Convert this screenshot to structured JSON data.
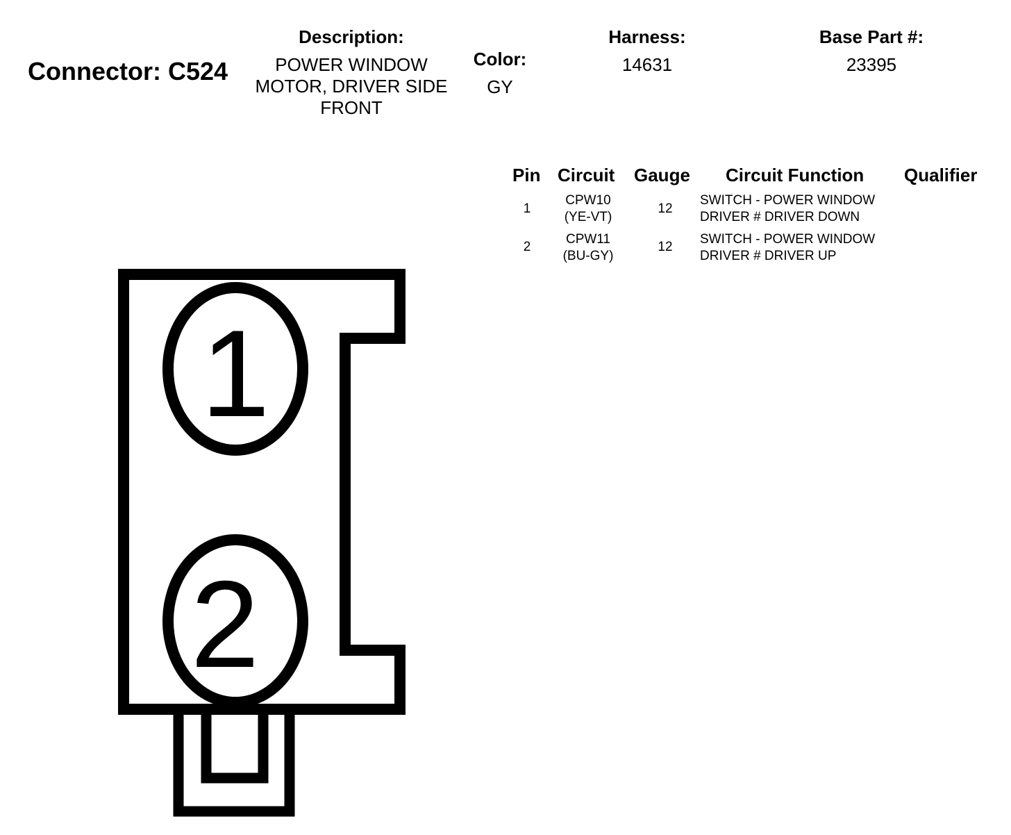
{
  "connector": {
    "title": "Connector: C524"
  },
  "description": {
    "label": "Description:",
    "lines": [
      "POWER WINDOW",
      "MOTOR, DRIVER SIDE",
      "FRONT"
    ]
  },
  "color": {
    "label": "Color:",
    "value": "GY"
  },
  "harness": {
    "label": "Harness:",
    "value": "14631"
  },
  "base_part": {
    "label": "Base Part #:",
    "value": "23395"
  },
  "pin_table": {
    "headers": {
      "pin": "Pin",
      "circuit": "Circuit",
      "gauge": "Gauge",
      "function": "Circuit Function",
      "qualifier": "Qualifier"
    },
    "rows": [
      {
        "pin": "1",
        "circuit": "CPW10",
        "wire_color": "(YE-VT)",
        "gauge": "12",
        "function_line1": "SWITCH - POWER WINDOW",
        "function_line2": "DRIVER # DRIVER DOWN",
        "qualifier": ""
      },
      {
        "pin": "2",
        "circuit": "CPW11",
        "wire_color": "(BU-GY)",
        "gauge": "12",
        "function_line1": "SWITCH - POWER WINDOW",
        "function_line2": "DRIVER # DRIVER UP",
        "qualifier": ""
      }
    ]
  },
  "diagram": {
    "pin_labels": [
      "1",
      "2"
    ]
  }
}
